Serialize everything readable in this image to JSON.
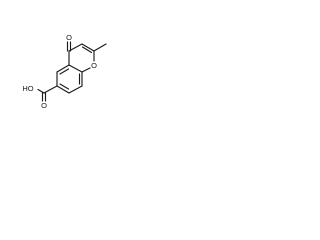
{
  "molecule": {
    "atoms": {
      "acid_label": "HO",
      "acid_carbonyl_oxygen": "O",
      "ring_oxygen": "O",
      "ketone_oxygen": "O"
    }
  }
}
